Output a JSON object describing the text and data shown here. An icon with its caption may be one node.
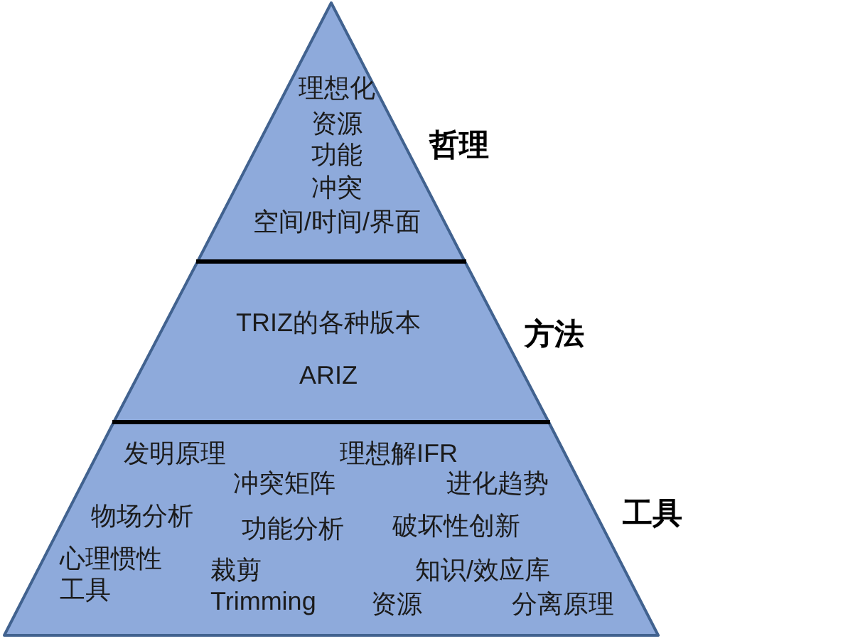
{
  "diagram": {
    "nodes": [
      {
        "text": [
          "理想化",
          "资源",
          "功能",
          "冲突",
          "空间/时间/界面"
        ],
        "beside": [
          "哲理"
        ]
      },
      {
        "text": [
          "TRIZ的各种版本",
          "ARIZ"
        ],
        "beside": [
          "方法"
        ]
      },
      {
        "text": [
          "发明原理",
          "理想解IFR",
          "冲突矩阵",
          "进化趋势",
          "物场分析",
          "功能分析",
          "破坏性创新",
          "心理惯性工具",
          "裁剪 Trimming",
          "知识/效应库",
          "资源",
          "分离原理"
        ],
        "beside": [
          "工具"
        ]
      }
    ]
  }
}
